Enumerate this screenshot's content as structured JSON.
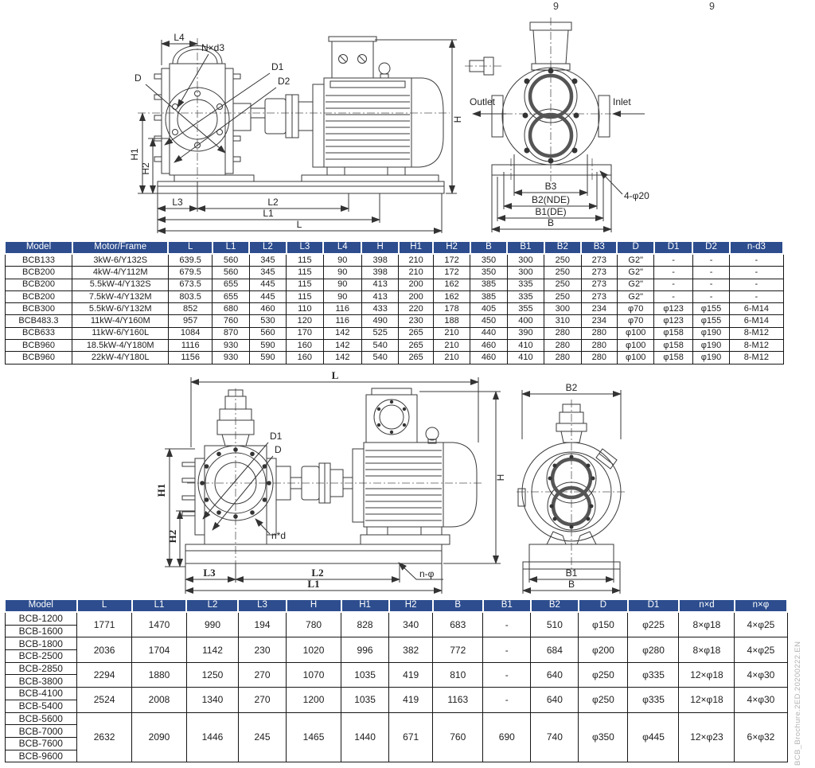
{
  "page": {
    "page_number_left": "9",
    "page_number_right": "9",
    "side_note": "BCB_Brochure.2ED.20200222.EN"
  },
  "drawing1": {
    "labels": {
      "L4": "L4",
      "Nxd3": "N×d3",
      "D": "D",
      "D1": "D1",
      "D2": "D2",
      "H": "H",
      "H1": "H1",
      "H2": "H2",
      "L3": "L3",
      "L2": "L2",
      "L1": "L1",
      "L": "L"
    }
  },
  "drawing2": {
    "labels": {
      "outlet": "Outlet",
      "inlet": "Inlet",
      "B3": "B3",
      "B2": "B2(NDE)",
      "B1": "B1(DE)",
      "B": "B",
      "holes": "4-φ20"
    }
  },
  "drawing3": {
    "labels": {
      "L": "L",
      "D1": "D1",
      "D": "D",
      "H": "H",
      "H1": "H1",
      "H2": "H2",
      "nd": "n*d",
      "L3": "L3",
      "L2": "L2",
      "L1": "L1",
      "nphi": "n-φ"
    }
  },
  "drawing4": {
    "labels": {
      "B2": "B2",
      "B1": "B1",
      "B": "B"
    }
  },
  "table1": {
    "headers": [
      "Model",
      "Motor/Frame",
      "L",
      "L1",
      "L2",
      "L3",
      "L4",
      "H",
      "H1",
      "H2",
      "B",
      "B1",
      "B2",
      "B3",
      "D",
      "D1",
      "D2",
      "n-d3"
    ],
    "rows": [
      [
        "BCB133",
        "3kW-6/Y132S",
        "639.5",
        "560",
        "345",
        "115",
        "90",
        "398",
        "210",
        "172",
        "350",
        "300",
        "250",
        "273",
        "G2\"",
        "-",
        "-",
        "-"
      ],
      [
        "BCB200",
        "4kW-4/Y112M",
        "679.5",
        "560",
        "345",
        "115",
        "90",
        "398",
        "210",
        "172",
        "350",
        "300",
        "250",
        "273",
        "G2\"",
        "-",
        "-",
        "-"
      ],
      [
        "BCB200",
        "5.5kW-4/Y132S",
        "673.5",
        "655",
        "445",
        "115",
        "90",
        "413",
        "200",
        "162",
        "385",
        "335",
        "250",
        "273",
        "G2\"",
        "-",
        "-",
        "-"
      ],
      [
        "BCB200",
        "7.5kW-4/Y132M",
        "803.5",
        "655",
        "445",
        "115",
        "90",
        "413",
        "200",
        "162",
        "385",
        "335",
        "250",
        "273",
        "G2\"",
        "-",
        "-",
        "-"
      ],
      [
        "BCB300",
        "5.5kW-6/Y132M",
        "852",
        "680",
        "460",
        "110",
        "116",
        "433",
        "220",
        "178",
        "405",
        "355",
        "300",
        "234",
        "φ70",
        "φ123",
        "φ155",
        "6-M14"
      ],
      [
        "BCB483.3",
        "11kW-4/Y160M",
        "957",
        "760",
        "530",
        "120",
        "116",
        "490",
        "230",
        "188",
        "450",
        "400",
        "310",
        "234",
        "φ70",
        "φ123",
        "φ155",
        "6-M14"
      ],
      [
        "BCB633",
        "11kW-6/Y160L",
        "1084",
        "870",
        "560",
        "170",
        "142",
        "525",
        "265",
        "210",
        "440",
        "390",
        "280",
        "280",
        "φ100",
        "φ158",
        "φ190",
        "8-M12"
      ],
      [
        "BCB960",
        "18.5kW-4/Y180M",
        "1116",
        "930",
        "590",
        "160",
        "142",
        "540",
        "265",
        "210",
        "460",
        "410",
        "280",
        "280",
        "φ100",
        "φ158",
        "φ190",
        "8-M12"
      ],
      [
        "BCB960",
        "22kW-4/Y180L",
        "1156",
        "930",
        "590",
        "160",
        "142",
        "540",
        "265",
        "210",
        "460",
        "410",
        "280",
        "280",
        "φ100",
        "φ158",
        "φ190",
        "8-M12"
      ]
    ]
  },
  "table2": {
    "headers": [
      "Model",
      "L",
      "L1",
      "L2",
      "L3",
      "H",
      "H1",
      "H2",
      "B",
      "B1",
      "B2",
      "D",
      "D1",
      "n×d",
      "n×φ"
    ],
    "groups": [
      {
        "models": [
          "BCB-1200",
          "BCB-1600"
        ],
        "values": [
          "1771",
          "1470",
          "990",
          "194",
          "780",
          "828",
          "340",
          "683",
          "-",
          "510",
          "φ150",
          "φ225",
          "8×φ18",
          "4×φ25"
        ]
      },
      {
        "models": [
          "BCB-1800",
          "BCB-2500"
        ],
        "values": [
          "2036",
          "1704",
          "1142",
          "230",
          "1020",
          "996",
          "382",
          "772",
          "-",
          "684",
          "φ200",
          "φ280",
          "8×φ18",
          "4×φ25"
        ]
      },
      {
        "models": [
          "BCB-2850",
          "BCB-3800"
        ],
        "values": [
          "2294",
          "1880",
          "1250",
          "270",
          "1070",
          "1035",
          "419",
          "810",
          "-",
          "640",
          "φ250",
          "φ335",
          "12×φ18",
          "4×φ30"
        ]
      },
      {
        "models": [
          "BCB-4100",
          "BCB-5400"
        ],
        "values": [
          "2524",
          "2008",
          "1340",
          "270",
          "1200",
          "1035",
          "419",
          "1163",
          "-",
          "640",
          "φ250",
          "φ335",
          "12×φ18",
          "4×φ30"
        ]
      },
      {
        "models": [
          "BCB-5600",
          "BCB-7000",
          "BCB-7600",
          "BCB-9600"
        ],
        "values": [
          "2632",
          "2090",
          "1446",
          "245",
          "1465",
          "1440",
          "671",
          "760",
          "690",
          "740",
          "φ350",
          "φ445",
          "12×φ23",
          "6×φ32"
        ]
      }
    ]
  }
}
